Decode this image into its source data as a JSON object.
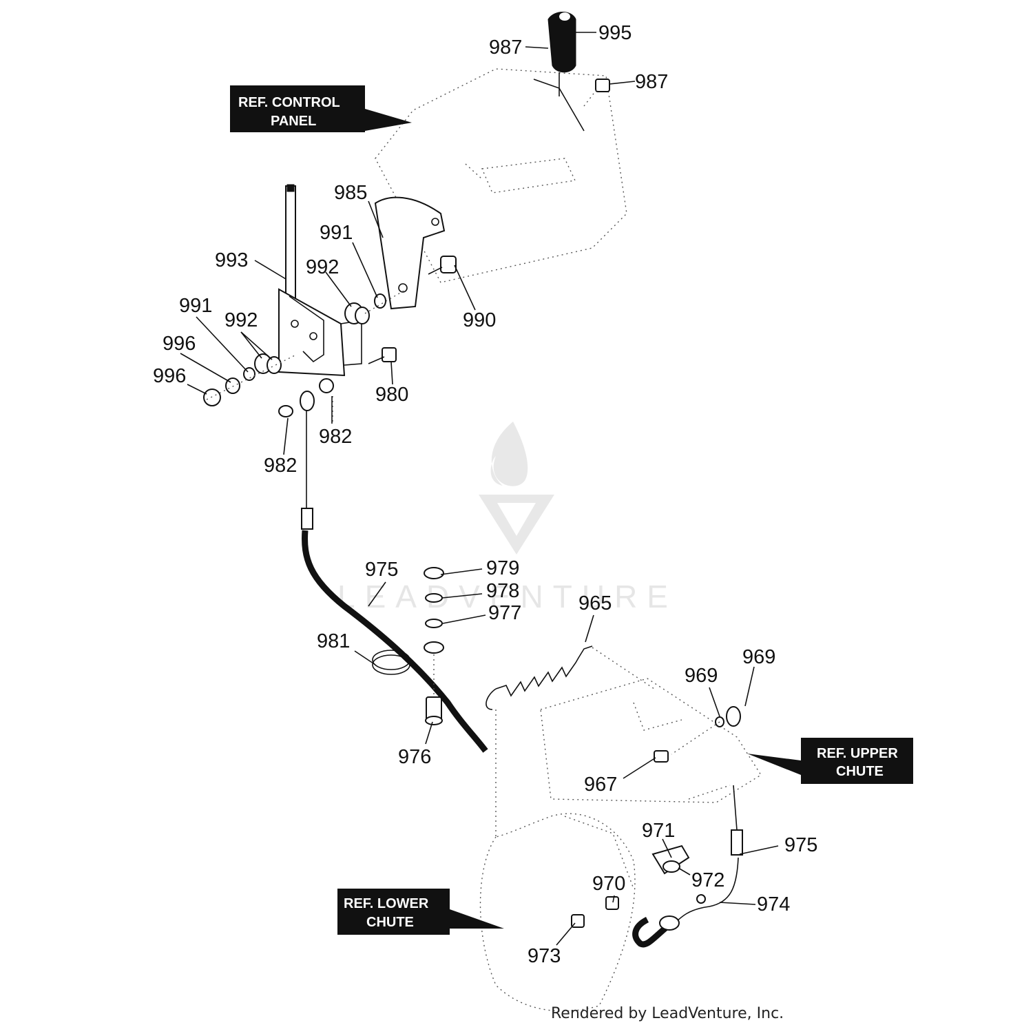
{
  "refs": {
    "control_panel": [
      "REF. CONTROL",
      "PANEL"
    ],
    "upper_chute": [
      "REF. UPPER",
      "CHUTE"
    ],
    "lower_chute": [
      "REF. LOWER",
      "CHUTE"
    ]
  },
  "callouts": [
    "995",
    "987",
    "987",
    "985",
    "991",
    "992",
    "993",
    "990",
    "991",
    "992",
    "996",
    "996",
    "980",
    "982",
    "982",
    "979",
    "978",
    "975",
    "977",
    "965",
    "981",
    "969",
    "969",
    "976",
    "967",
    "971",
    "975",
    "972",
    "970",
    "974",
    "973"
  ],
  "footer": "Rendered by LeadVenture, Inc.",
  "watermark": "LEADVENTURE"
}
